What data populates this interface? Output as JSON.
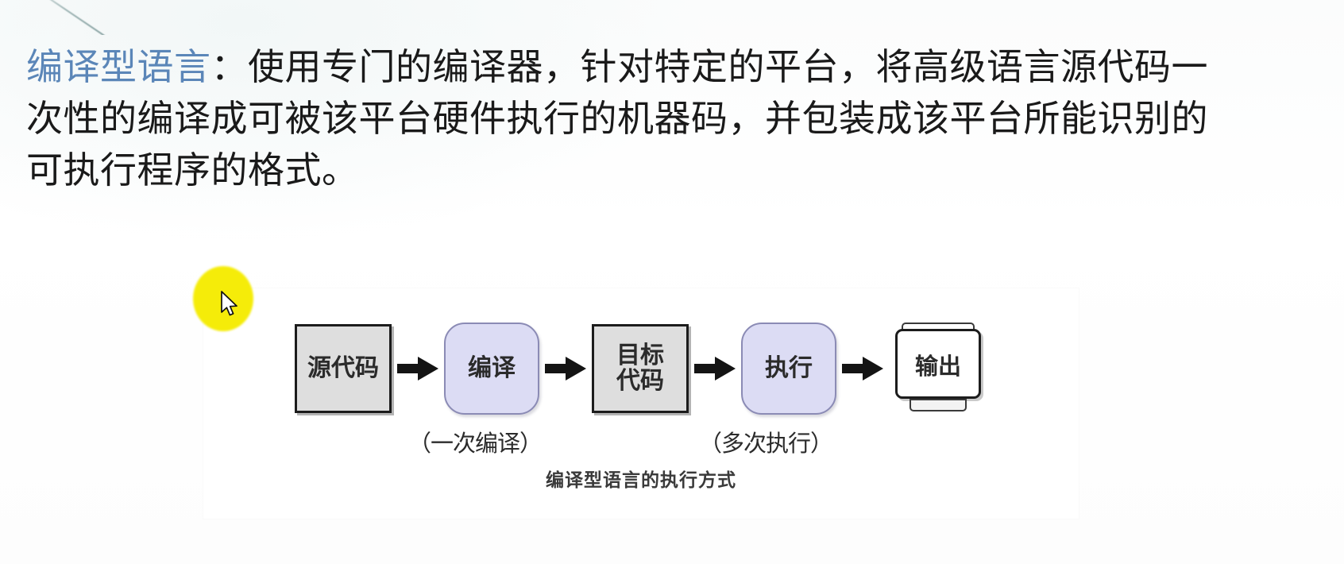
{
  "slide": {
    "paragraph": {
      "term": "编译型语言",
      "separator": "：",
      "text": "使用专门的编译器，针对特定的平台，将高级语言源代码一次性的编译成可被该平台硬件执行的机器码，并包装成该平台所能识别的可执行程序的格式。",
      "term_color": "#5b86b8",
      "body_color": "#1a1a1a"
    },
    "figure": {
      "title": "编译型语言的执行方式",
      "nodes": [
        {
          "id": "source-code",
          "label": "源代码",
          "shape": "rect",
          "fill": "#dedede"
        },
        {
          "id": "compile",
          "label": "编译",
          "shape": "rounded",
          "fill": "#dcdcf4"
        },
        {
          "id": "object-code",
          "label": "目标\n代码",
          "shape": "rect",
          "fill": "#dedede"
        },
        {
          "id": "execute",
          "label": "执行",
          "shape": "rounded",
          "fill": "#dcdcf4"
        },
        {
          "id": "output",
          "label": "输出",
          "shape": "monitor",
          "fill": "#ffffff"
        }
      ],
      "node_labels": {
        "source_code": "源代码",
        "compile": "编译",
        "object_code_line1": "目标",
        "object_code_line2": "代码",
        "execute": "执行",
        "output": "输出"
      },
      "annotations": {
        "compile_note": "（一次编译）",
        "execute_note": "（多次执行）"
      },
      "arrow_count": 4,
      "arrow_color": "#141414"
    },
    "cursor": {
      "highlight_color": "#f5ec00",
      "pointer": "arrow-cursor"
    }
  }
}
